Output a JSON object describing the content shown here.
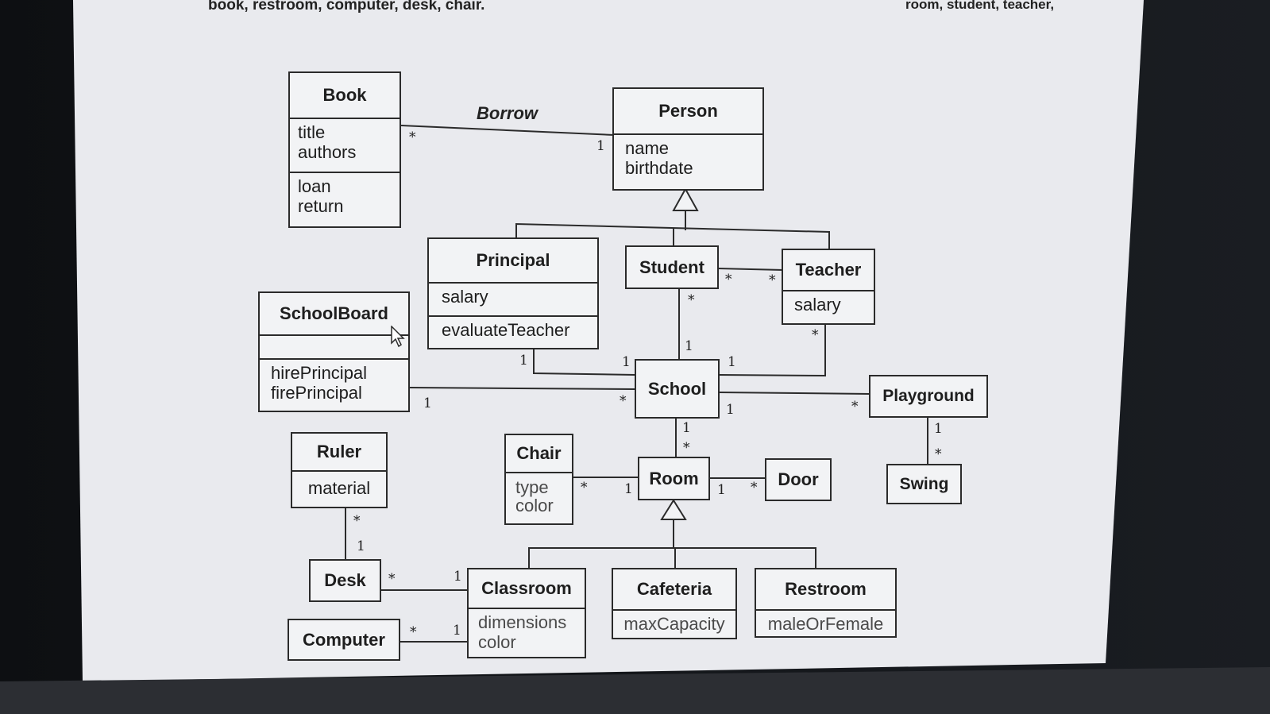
{
  "header": {
    "left_text": "book, restroom, computer, desk, chair.",
    "right_text": "room, student, teacher,"
  },
  "associations": {
    "borrow_label": "Borrow"
  },
  "classes": {
    "book": {
      "name": "Book",
      "attributes": [
        "title",
        "authors"
      ],
      "operations": [
        "loan",
        "return"
      ]
    },
    "person": {
      "name": "Person",
      "attributes": [
        "name",
        "birthdate"
      ]
    },
    "principal": {
      "name": "Principal",
      "attributes": [
        "salary"
      ],
      "operations": [
        "evaluateTeacher"
      ]
    },
    "student": {
      "name": "Student"
    },
    "teacher": {
      "name": "Teacher",
      "attributes": [
        "salary"
      ]
    },
    "schoolboard": {
      "name": "SchoolBoard",
      "attributes": [],
      "operations": [
        "hirePrincipal",
        "firePrincipal"
      ]
    },
    "school": {
      "name": "School"
    },
    "playground": {
      "name": "Playground"
    },
    "swing": {
      "name": "Swing"
    },
    "ruler": {
      "name": "Ruler",
      "attributes": [
        "material"
      ]
    },
    "chair": {
      "name": "Chair",
      "attributes": [
        "type",
        "color"
      ]
    },
    "room": {
      "name": "Room"
    },
    "door": {
      "name": "Door"
    },
    "desk": {
      "name": "Desk"
    },
    "computer": {
      "name": "Computer"
    },
    "classroom": {
      "name": "Classroom",
      "attributes": [
        "dimensions",
        "color"
      ]
    },
    "cafeteria": {
      "name": "Cafeteria",
      "attributes": [
        "maxCapacity"
      ]
    },
    "restroom": {
      "name": "Restroom",
      "attributes": [
        "maleOrFemale"
      ]
    }
  },
  "multiplicities": {
    "book_borrow": "*",
    "person_borrow": "1",
    "student_teacher_s": "*",
    "student_teacher_t": "*",
    "student_school_s": "*",
    "student_school_school": "1",
    "principal_school_p": "1",
    "principal_school_school": "1",
    "teacher_school_t": "*",
    "teacher_school_school": "1",
    "board_school_board": "1",
    "board_school_school": "*",
    "school_playground_school": "1",
    "school_playground_pg": "*",
    "school_room_school": "1",
    "school_room_room": "*",
    "playground_swing_pg": "1",
    "playground_swing_swing": "*",
    "chair_room_chair": "*",
    "chair_room_room": "1",
    "room_door_room": "1",
    "room_door_door": "*",
    "ruler_desk_ruler": "*",
    "ruler_desk_desk": "1",
    "desk_classroom_desk": "*",
    "desk_classroom_classroom": "1",
    "computer_classroom_computer": "*",
    "computer_classroom_classroom": "1"
  }
}
